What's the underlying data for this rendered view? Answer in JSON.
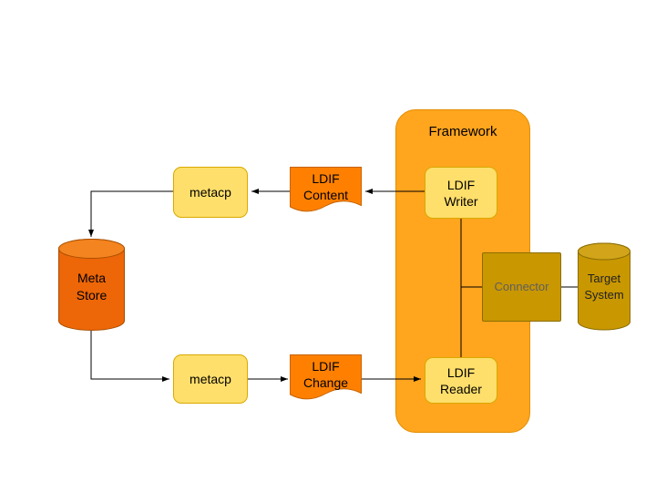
{
  "labels": {
    "framework": "Framework",
    "metacp_top": "metacp",
    "metacp_bottom": "metacp",
    "ldif_content": "LDIF\nContent",
    "ldif_change": "LDIF\nChange",
    "ldif_writer": "LDIF\nWriter",
    "ldif_reader": "LDIF\nReader",
    "meta_store": "Meta\nStore",
    "connector": "Connector",
    "target_system": "Target\nSystem"
  },
  "colors": {
    "background": "#FFFFFF",
    "framework_fill": "#FFA51E",
    "framework_border": "#E38E00",
    "box_fill": "#FFDF6B",
    "box_border": "#D8A900",
    "doc_fill": "#FF8000",
    "doc_border": "#C66300",
    "meta_store_fill": "#ED6608",
    "meta_store_top_fill": "#F4841F",
    "meta_store_border": "#A94F00",
    "gold_fill": "#C99700",
    "gold_top_fill": "#D2A41A",
    "gold_border": "#8A6D00",
    "connector_text": "#5F5F5F",
    "edge_color": "#000000"
  }
}
